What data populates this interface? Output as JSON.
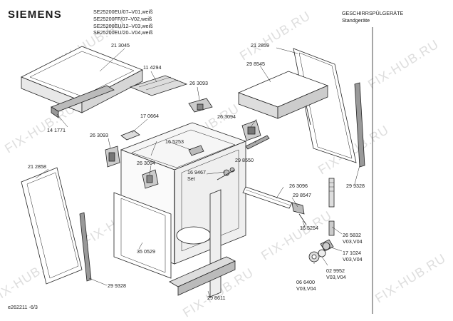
{
  "header": {
    "brand": "SIEMENS",
    "models": [
      "SE25200EU/07–V01,weiß",
      "SE25200FF/07–V02,weiß",
      "SE25200EU/12–V03,weiß",
      "SE25200EU/20–V04,weiß"
    ],
    "category": [
      "GESCHIRRSPÜLGERÄTE",
      "Standgeräte"
    ]
  },
  "footer": {
    "diagram_id": "e262211 -6/3"
  },
  "watermark": "FIX-HUB.RU",
  "parts": [
    {
      "id": "213045",
      "label": "21 3045"
    },
    {
      "id": "114294",
      "label": "11 4294"
    },
    {
      "id": "263093a",
      "label": "26 3093"
    },
    {
      "id": "170664",
      "label": "17 0664"
    },
    {
      "id": "141771",
      "label": "14 1771"
    },
    {
      "id": "263093b",
      "label": "26 3093"
    },
    {
      "id": "165253",
      "label": "16 5253"
    },
    {
      "id": "263094a",
      "label": "26 3094"
    },
    {
      "id": "263094b",
      "label": "26 3094"
    },
    {
      "id": "169467",
      "label": "16 9467"
    },
    {
      "id": "set",
      "label": "Set"
    },
    {
      "id": "212859",
      "label": "21 2859"
    },
    {
      "id": "298545",
      "label": "29 8545"
    },
    {
      "id": "298550",
      "label": "29 8550"
    },
    {
      "id": "212858",
      "label": "21 2858"
    },
    {
      "id": "263096",
      "label": "26 3096"
    },
    {
      "id": "298547",
      "label": "29 8547"
    },
    {
      "id": "299328a",
      "label": "29 9328"
    },
    {
      "id": "165254",
      "label": "16 5254"
    },
    {
      "id": "265832",
      "label": "26 5832"
    },
    {
      "id": "v0304a",
      "label": "V03,V04"
    },
    {
      "id": "171024",
      "label": "17 1024"
    },
    {
      "id": "v0304b",
      "label": "V03,V04"
    },
    {
      "id": "350529",
      "label": "35 0529"
    },
    {
      "id": "299328b",
      "label": "29 9328"
    },
    {
      "id": "066400",
      "label": "06 6400"
    },
    {
      "id": "v0304c",
      "label": "V03,V04"
    },
    {
      "id": "029952",
      "label": "02 9952"
    },
    {
      "id": "v0304d",
      "label": "V03,V04"
    },
    {
      "id": "298611",
      "label": "29 8611"
    }
  ]
}
